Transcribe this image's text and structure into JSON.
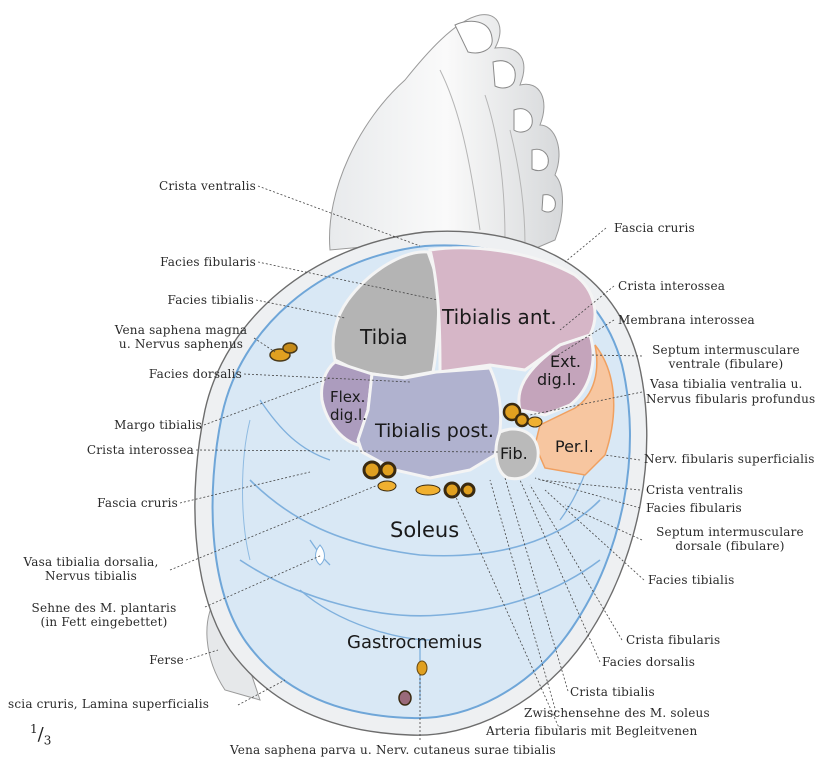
{
  "muscles": {
    "tibia": "Tibia",
    "tibialis_ant": "Tibialis ant.",
    "ext_dig_1": "Ext.",
    "ext_dig_2": "dig.l.",
    "flex_dig_1": "Flex.",
    "flex_dig_2": "dig.l.",
    "tibialis_post": "Tibialis post.",
    "fib": "Fib.",
    "per_l": "Per.l.",
    "soleus": "Soleus",
    "gastrocnemius": "Gastrocnemius"
  },
  "left_labels": {
    "crista_ventralis": "Crista ventralis",
    "facies_fibularis": "Facies fibularis",
    "facies_tibialis": "Facies tibialis",
    "vena_saphena_magna_1": "Vena saphena magna",
    "vena_saphena_magna_2": "u. Nervus saphenus",
    "facies_dorsalis": "Facies dorsalis",
    "margo_tibialis": "Margo tibialis",
    "crista_interossea": "Crista interossea",
    "fascia_cruris": "Fascia cruris",
    "vasa_tibialia_dorsalia_1": "Vasa tibialia dorsalia,",
    "vasa_tibialia_dorsalia_2": "Nervus tibialis",
    "sehne_plantaris_1": "Sehne des M. plantaris",
    "sehne_plantaris_2": "(in Fett eingebettet)",
    "ferse": "Ferse",
    "fascia_lamina": "scia cruris, Lamina superficialis"
  },
  "right_labels": {
    "fascia_cruris": "Fascia cruris",
    "crista_interossea": "Crista interossea",
    "membrana_interossea": "Membrana interossea",
    "septum_ventrale_1": "Septum intermusculare",
    "septum_ventrale_2": "ventrale (fibulare)",
    "vasa_tibialia_ventralia_1": "Vasa tibialia ventralia u.",
    "vasa_tibialia_ventralia_2": "Nervus fibularis profundus",
    "nerv_fibularis_superficialis": "Nerv. fibularis superficialis",
    "crista_ventralis": "Crista ventralis",
    "facies_fibularis": "Facies fibularis",
    "septum_dorsale_1": "Septum intermusculare",
    "septum_dorsale_2": "dorsale (fibulare)",
    "facies_tibialis": "Facies tibialis",
    "crista_fibularis": "Crista fibularis",
    "facies_dorsalis": "Facies dorsalis",
    "crista_tibialis": "Crista tibialis",
    "zwischensehne": "Zwischensehne des M. soleus",
    "arteria_fibularis": "Arteria fibularis mit Begleitvenen"
  },
  "bottom_labels": {
    "vena_saphena_parva": "Vena saphena parva u. Nerv. cutaneus surae tibialis"
  },
  "scale": {
    "numerator": "1",
    "denominator": "3"
  },
  "colors": {
    "skin": "#f2f3f4",
    "subcutis": "#e4e7eb",
    "fascia_line": "#6fa6d8",
    "posterior_compartment": "#d7e7f6",
    "tibia_bone": "#b9b9b9",
    "tibialis_ant": "#d8b8c8",
    "ext_dig": "#c8a8c0",
    "flex_dig": "#b0a0c0",
    "tibialis_post": "#b2b4d0",
    "peroneus": "#f7c9a3",
    "fibula_bone": "#bcbcbc",
    "vessel_gold": "#e0a020",
    "vessel_dark": "#4a3a1a",
    "leader_line": "#444444"
  }
}
